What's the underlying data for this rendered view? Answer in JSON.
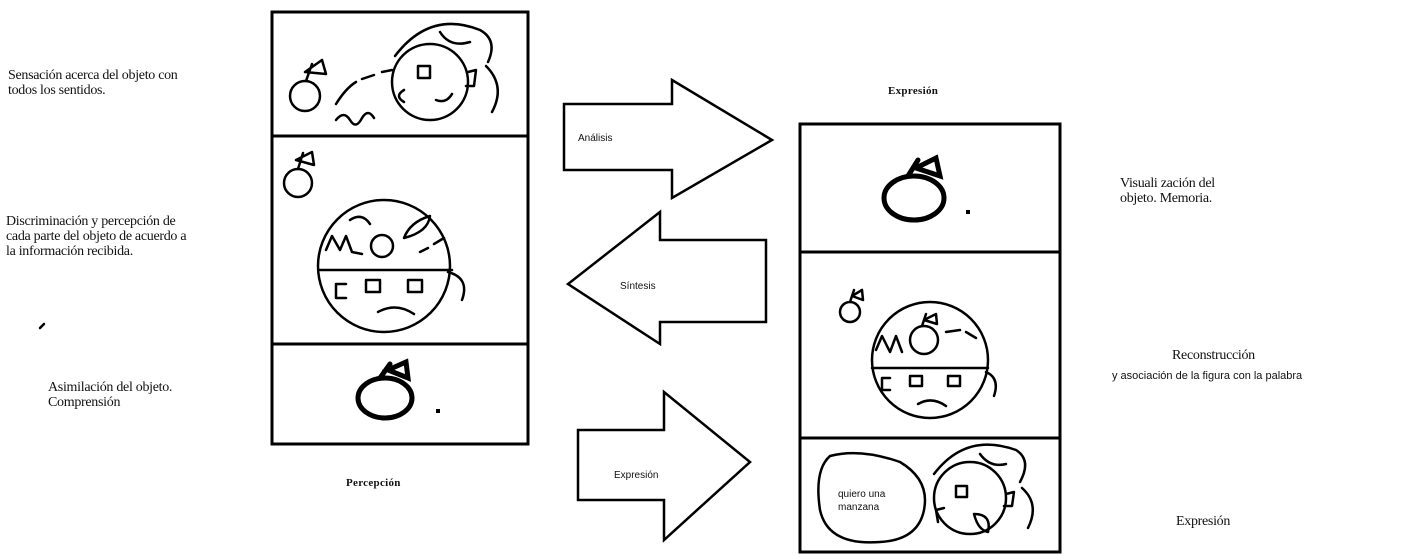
{
  "left_labels": {
    "sensation": "Sensación acerca del objeto con\n  todos los sentidos.",
    "discrimination": "Discriminación y percepción de\ncada parte del objeto de acuerdo a\n la información recibida.",
    "assimilation": "Asimilación del objeto.\nComprensión"
  },
  "left_caption": "Percepción",
  "right_header": "Expresión",
  "arrows": {
    "analysis": "Análisis",
    "synthesis": "Síntesis",
    "expression": "Expresión"
  },
  "right_labels": {
    "visualization": "Visuali zación del\nobjeto.  Memoria.",
    "reconstruction": "Reconstrucción",
    "association": "y asociación de la figura con la palabra",
    "expression": "Expresión"
  },
  "speech_bubble": "quiero una\nmanzana"
}
